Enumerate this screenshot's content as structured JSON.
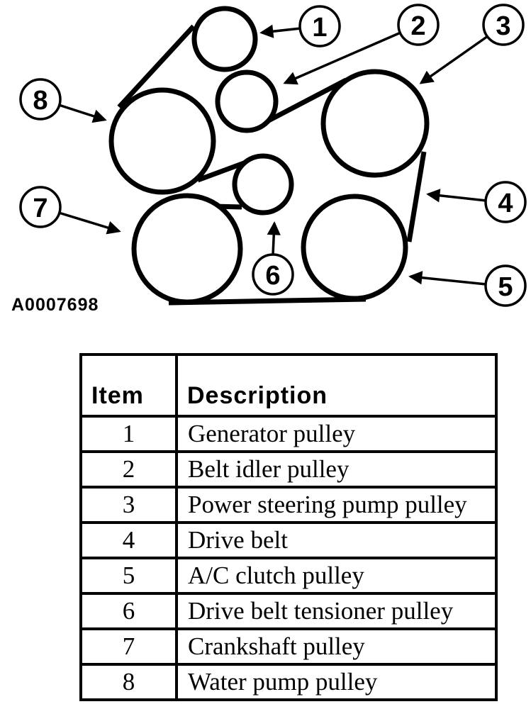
{
  "diagram": {
    "figure_code": "A0007698",
    "callouts": [
      {
        "number": "1"
      },
      {
        "number": "2"
      },
      {
        "number": "3"
      },
      {
        "number": "4"
      },
      {
        "number": "5"
      },
      {
        "number": "6"
      },
      {
        "number": "7"
      },
      {
        "number": "8"
      }
    ]
  },
  "table": {
    "header": {
      "item": "Item",
      "description": "Description"
    },
    "rows": [
      {
        "item": "1",
        "description": "Generator pulley"
      },
      {
        "item": "2",
        "description": "Belt idler pulley"
      },
      {
        "item": "3",
        "description": "Power steering pump pulley"
      },
      {
        "item": "4",
        "description": "Drive belt"
      },
      {
        "item": "5",
        "description": "A/C clutch pulley"
      },
      {
        "item": "6",
        "description": "Drive belt tensioner pulley"
      },
      {
        "item": "7",
        "description": "Crankshaft pulley"
      },
      {
        "item": "8",
        "description": "Water pump pulley"
      }
    ]
  }
}
